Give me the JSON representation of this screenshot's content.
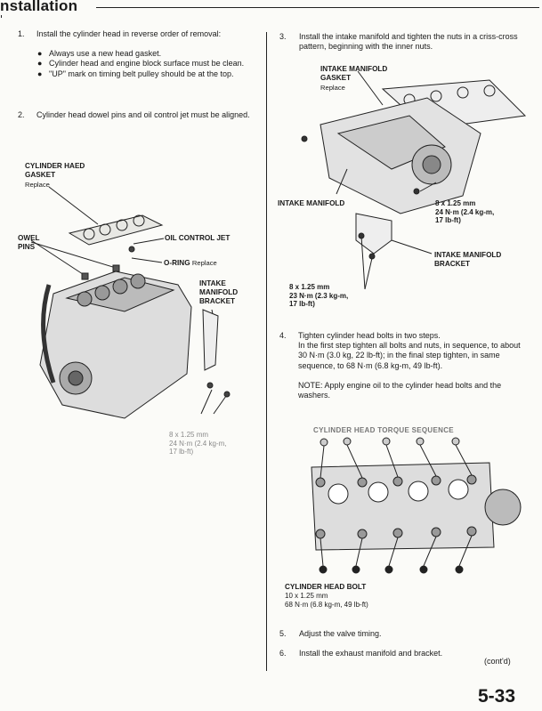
{
  "header": {
    "title": "nstallation"
  },
  "left": {
    "step1": {
      "num": "1.",
      "text": "Install the cylinder head in reverse order of removal:",
      "bullets": [
        "Always use a new head gasket.",
        "Cylinder head and engine block surface must be clean.",
        "\"UP\" mark on timing belt pulley should be at the top."
      ]
    },
    "step2": {
      "num": "2.",
      "text": "Cylinder head dowel pins and oil control jet must be aligned."
    },
    "diagram": {
      "gasket_label": "CYLINDER HAED\nGASKET",
      "gasket_sub": "Replace",
      "dowel_label": "OWEL\nPINS",
      "jet_label": "OIL CONTROL JET",
      "oring_label": "O-RING",
      "oring_sub": "Replace",
      "bracket_label": "INTAKE\nMANIFOLD\nBRACKET",
      "spec": "8 x 1.25 mm\n24 N·m (2.4 kg-m,\n17 lb-ft)"
    }
  },
  "right": {
    "step3": {
      "num": "3.",
      "text": "Install the intake manifold and tighten the nuts in a criss-cross pattern, beginning with the inner nuts."
    },
    "diagram3": {
      "gasket_label": "INTAKE MANIFOLD\nGASKET",
      "gasket_sub": "Replace",
      "manifold_label": "INTAKE MANIFOLD",
      "spec_a": "8 x 1.25 mm\n24 N·m (2.4 kg-m,\n17 lb-ft)",
      "bracket_label": "INTAKE MANIFOLD\nBRACKET",
      "spec_b": "8 x 1.25 mm\n23 N·m (2.3 kg-m,\n17 lb-ft)"
    },
    "step4": {
      "num": "4.",
      "text": "Tighten cylinder head bolts in two steps.\nIn the first step tighten all bolts and nuts, in sequence, to about 30 N·m (3.0 kg, 22 lb-ft); in the final step tighten, in same sequence, to 68 N·m (6.8 kg-m, 49 lb-ft).",
      "note": "NOTE: Apply engine oil to the cylinder head bolts and the washers."
    },
    "diagram4": {
      "sequence_title": "CYLINDER HEAD TORQUE SEQUENCE",
      "bolt_label": "CYLINDER HEAD BOLT",
      "bolt_spec": "10 x 1.25 mm\n68 N·m (6.8 kg-m, 49 lb-ft)"
    },
    "step5": {
      "num": "5.",
      "text": "Adjust the valve timing."
    },
    "step6": {
      "num": "6.",
      "text": "Install the exhaust manifold and bracket."
    },
    "contd": "(cont'd)"
  },
  "footer": {
    "page_number": "5-33"
  }
}
